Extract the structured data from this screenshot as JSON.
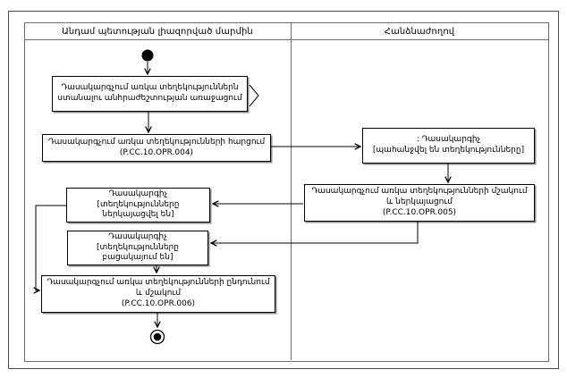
{
  "diagram": {
    "lanes": {
      "left": "Անդամ պետության լիազորված մարմին",
      "right": "Հանձնաժողով"
    },
    "nodes": {
      "need": {
        "text": "Դասակարգչում առկա տեղեկություններն ստանալու անհրաժեշտության առաջացում"
      },
      "query": {
        "text": "Դասակարգչում առկա տեղեկությունների հարցում",
        "code": "(P.CC.10.OPR.004)"
      },
      "classifier_requested": {
        "text": ": Դասակարգիչ",
        "state": "[պահանջվել են տեղեկությունները]"
      },
      "process_present": {
        "text": "Դասակարգչում առկա տեղեկությունների մշակում և ներկայացում",
        "code": "(P.CC.10.OPR.005)"
      },
      "info_presented": {
        "text": "Դասակարգիչ [տեղեկությունները ներկայացվել են]"
      },
      "info_absent": {
        "text": "Դասակարգիչ [տեղեկությունները բացակայում են]"
      },
      "receive_process": {
        "text": "Դասակարգչում առկա տեղեկությունների ընդունում և մշակում",
        "code": "(P.CC.10.OPR.006)"
      }
    },
    "colors": {
      "line": "#000000",
      "lane_border": "#6e6e6e",
      "background": "#ffffff"
    }
  }
}
